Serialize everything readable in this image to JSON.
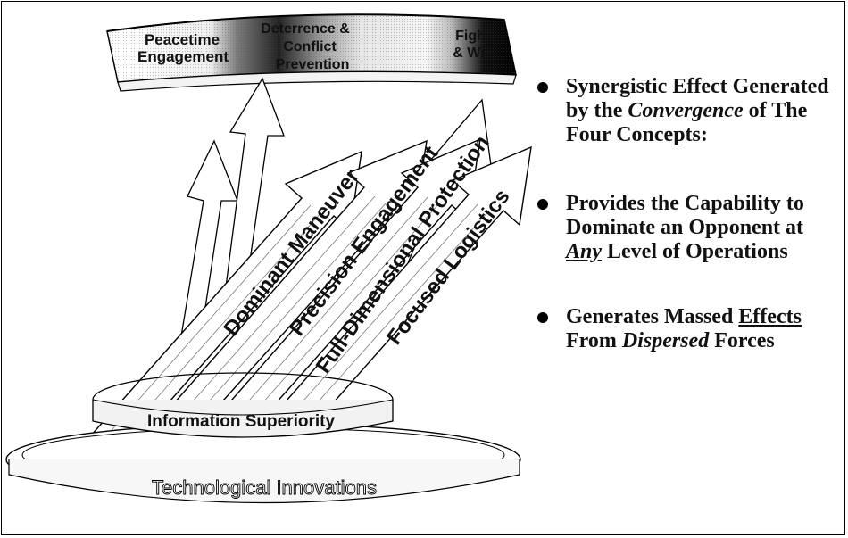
{
  "banner": {
    "segments": [
      {
        "line1": "Peacetime",
        "line2": "Engagement"
      },
      {
        "line1": "Deterrence &",
        "line2": "Conflict",
        "line3": "Prevention"
      },
      {
        "line1": "Figh",
        "line2": "& Wi"
      }
    ]
  },
  "arrows": [
    {
      "label": "Dominant Maneuver"
    },
    {
      "label": "Precision Engagement"
    },
    {
      "label": "Full-Dimensional Protection"
    },
    {
      "label": "Focused Logistics"
    }
  ],
  "rings": {
    "upper": "Information Superiority",
    "lower": "Technological Innovations"
  },
  "bullets": {
    "b1": {
      "pre": "Synergistic Effect Generated by the ",
      "em": "Convergence",
      "post": " of The Four Concepts:"
    },
    "b2": {
      "pre": "Provides the Capability to Dominate an Opponent at ",
      "em": "Any",
      "post": " Level of Operations"
    },
    "b3": {
      "pre": "Generates Massed ",
      "u": "Effects",
      "mid": " From ",
      "em": "Dispersed",
      "post": " Forces"
    }
  },
  "colors": {
    "ink": "#000000",
    "paper": "#ffffff",
    "screen": "#8a8a8a",
    "dark": "#111111"
  }
}
